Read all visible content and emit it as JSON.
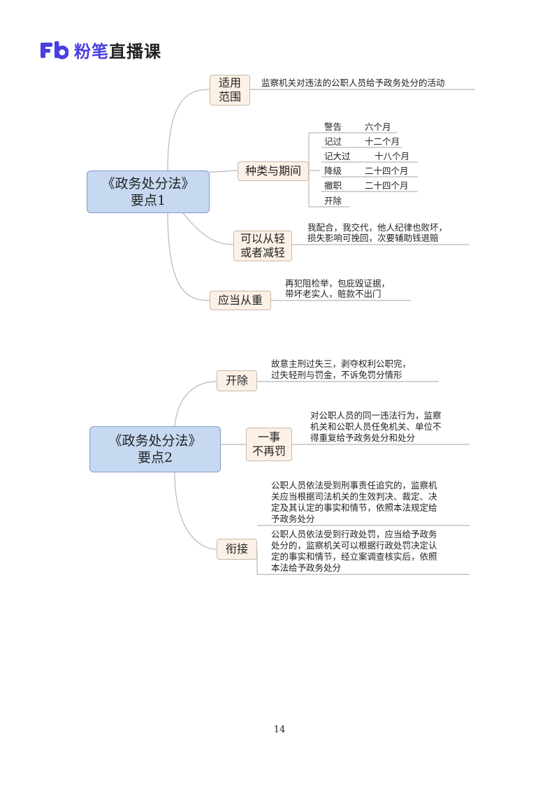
{
  "header": {
    "logo_icon": "fb-logo-icon",
    "brand": "粉笔",
    "product": "直播课",
    "brand_color": "#4a3fe0"
  },
  "map1": {
    "root_line1": "《政务处分法》",
    "root_line2": "要点1",
    "topics": {
      "scope": {
        "line1": "适用",
        "line2": "范围",
        "text": "监察机关对违法的公职人员给予政务处分的活动"
      },
      "types": {
        "label": "种类与期间",
        "items": [
          {
            "name": "警告",
            "period": "六个月"
          },
          {
            "name": "记过",
            "period": "十二个月"
          },
          {
            "name": "记大过",
            "period": "十八个月"
          },
          {
            "name": "降级",
            "period": "二十四个月"
          },
          {
            "name": "撤职",
            "period": "二十四个月"
          },
          {
            "name": "开除",
            "period": ""
          }
        ]
      },
      "lighter": {
        "line1": "可以从轻",
        "line2": "或者减轻",
        "text1": "我配合，我交代，他人纪律也败坏，",
        "text2": "损失影响可挽回，次要辅助钱退赔"
      },
      "heavier": {
        "label": "应当从重",
        "text1": "再犯阻检举，包庇毁证据，",
        "text2": "带坏老实人，赃款不出门"
      }
    }
  },
  "map2": {
    "root_line1": "《政务处分法》",
    "root_line2": "要点2",
    "topics": {
      "dismiss": {
        "label": "开除",
        "text1": "故意主刑过失三，剥夺权利公职完，",
        "text2": "过失轻刑与罚金，不诉免罚分情形"
      },
      "once": {
        "line1": "一事",
        "line2": "不再罚",
        "text1": "对公职人员的同一违法行为，监察",
        "text2": "机关和公职人员任免机关、单位不",
        "text3": "得重复给予政务处分和处分"
      },
      "link": {
        "label": "衔接",
        "textA1": "公职人员依法受到刑事责任追究的，监察机",
        "textA2": "关应当根据司法机关的生效判决、裁定、决",
        "textA3": "定及其认定的事实和情节，依照本法规定给",
        "textA4": "予政务处分",
        "textB1": "公职人员依法受到行政处罚，应当给予政务",
        "textB2": "处分的，监察机关可以根据行政处罚决定认",
        "textB3": "定的事实和情节，经立案调查核实后，依照",
        "textB4": "本法给予政务处分"
      }
    }
  },
  "page_number": "14"
}
